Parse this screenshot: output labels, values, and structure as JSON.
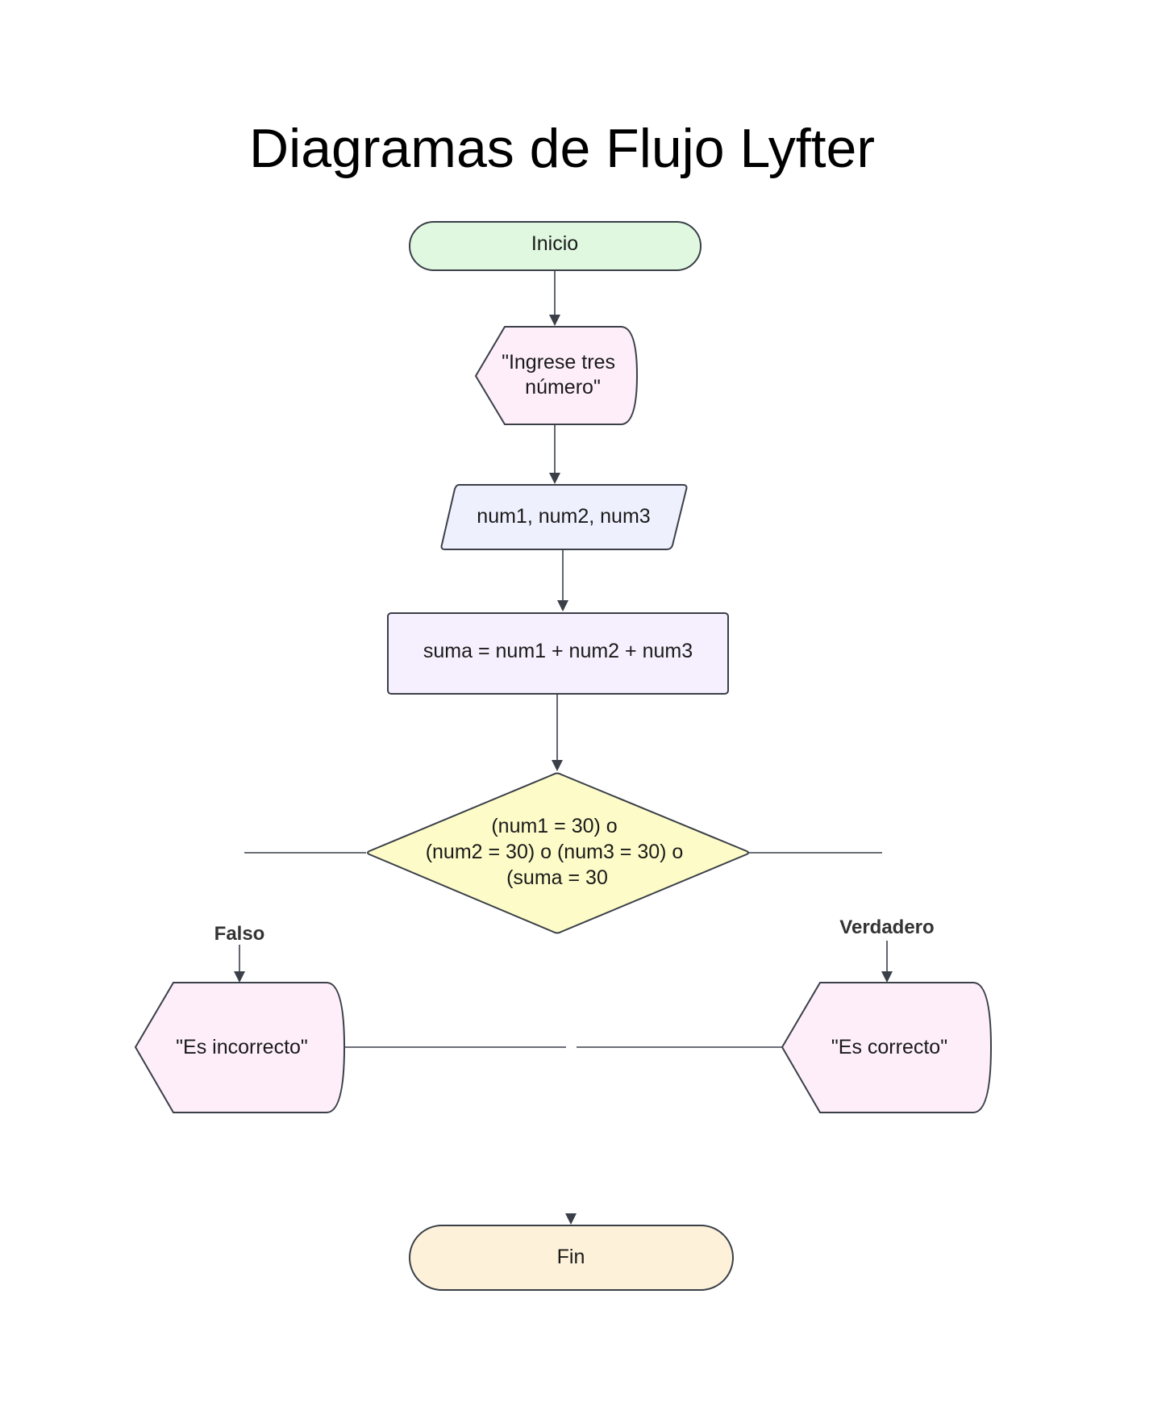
{
  "title": "Diagramas de Flujo Lyfter",
  "nodes": {
    "inicio": {
      "text": "Inicio",
      "fill": "#e0f8e0"
    },
    "prompt": {
      "lines": [
        "\"Ingrese tres",
        "número\""
      ],
      "fill": "#fdeefa"
    },
    "input": {
      "text": "num1, num2, num3",
      "fill": "#eff0fe"
    },
    "process": {
      "text": "suma = num1 + num2 + num3",
      "fill": "#f6effd"
    },
    "decision": {
      "lines": [
        "(num1 = 30) o",
        "(num2 = 30) o (num3 = 30) o",
        "(suma = 30"
      ],
      "fill": "#fdfcc8"
    },
    "incorrect": {
      "text": "\"Es incorrecto\"",
      "fill": "#fdeefa"
    },
    "correct": {
      "text": "\"Es correcto\"",
      "fill": "#fdeefa"
    },
    "fin": {
      "text": "Fin",
      "fill": "#fdf1d9"
    }
  },
  "edge_labels": {
    "false_branch": "Falso",
    "true_branch": "Verdadero"
  }
}
